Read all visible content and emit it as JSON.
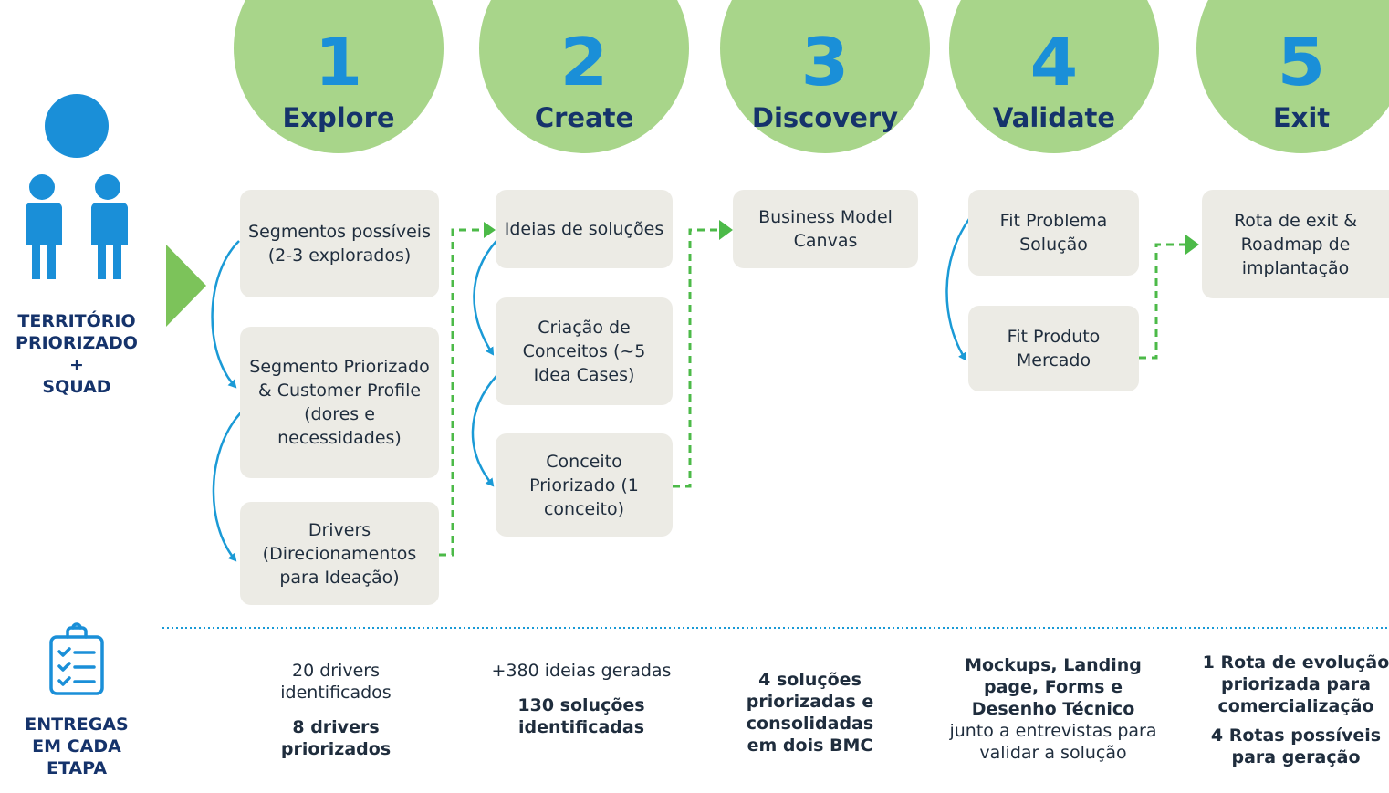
{
  "colors": {
    "phase_circle": "#a8d58a",
    "number": "#1a8fd8",
    "title": "#15336b",
    "box": "#ecebe5",
    "solid_arrow": "#1a9ad6",
    "dashed_arrow": "#4cba48"
  },
  "left": {
    "team_label": [
      "TERRITÓRIO",
      "PRIORIZADO",
      "+",
      "SQUAD"
    ],
    "deliverables_label": [
      "ENTREGAS",
      "EM CADA",
      "ETAPA"
    ]
  },
  "phases": [
    {
      "number": "1",
      "name": "Explore"
    },
    {
      "number": "2",
      "name": "Create"
    },
    {
      "number": "3",
      "name": "Discovery"
    },
    {
      "number": "4",
      "name": "Validate"
    },
    {
      "number": "5",
      "name": "Exit"
    }
  ],
  "boxes": {
    "explore_1": "Segmentos possíveis (2-3 explorados)",
    "explore_2": "Segmento Priorizado & Customer Profile (dores e necessidades)",
    "explore_3": "Drivers (Direcionamentos para Ideação)",
    "create_1": "Ideias de soluções",
    "create_2": "Criação de Conceitos (~5 Idea Cases)",
    "create_3": "Conceito Priorizado (1 conceito)",
    "discovery_1": "Business Model Canvas",
    "validate_1": "Fit Problema Solução",
    "validate_2": "Fit Produto Mercado",
    "exit_1": "Rota de exit & Roadmap de implantação"
  },
  "deliverables": {
    "explore": {
      "plain": "20 drivers identificados",
      "bold": "8 drivers priorizados"
    },
    "create": {
      "plain": "+380 ideias geradas",
      "bold": "130 soluções identificadas"
    },
    "discovery": {
      "bold": "4 soluções priorizadas e consolidadas em dois BMC"
    },
    "validate": {
      "bold": "Mockups, Landing page, Forms e Desenho Técnico",
      "plain": "junto a entrevistas para validar a solução"
    },
    "exit": {
      "bold": "1 Rota de evolução priorizada para comercialização",
      "bold2": "4 Rotas possíveis para geração"
    }
  }
}
